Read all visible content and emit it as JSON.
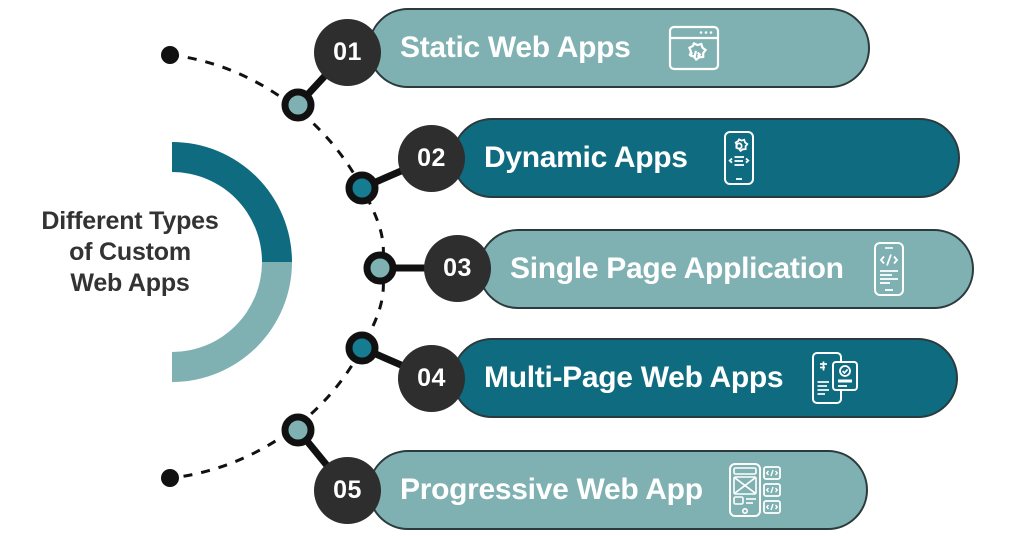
{
  "title": {
    "lines": [
      "Different Types",
      "of Custom",
      "Web Apps"
    ],
    "full": "Different Types of Custom Web Apps"
  },
  "colors": {
    "light_teal": "#7FB0B2",
    "dark_teal": "#0F6B80",
    "circle_dark": "#2E2E2E",
    "outline": "#2b3a3c",
    "text_dark": "#333333",
    "text_light": "#ffffff",
    "background": "#ffffff"
  },
  "donut": {
    "segments": [
      {
        "name": "upper-segment",
        "color": "#0F6B80"
      },
      {
        "name": "lower-segment",
        "color": "#7FB0B2"
      }
    ]
  },
  "items": [
    {
      "number": "01",
      "label": "Static Web Apps",
      "style": "light",
      "icon": "browser-code-gear-icon",
      "node_color": "#7FB0B2"
    },
    {
      "number": "02",
      "label": "Dynamic Apps",
      "style": "dark",
      "icon": "phone-gear-code-icon",
      "node_color": "#157C92"
    },
    {
      "number": "03",
      "label": "Single Page Application",
      "style": "light",
      "icon": "phone-code-brackets-icon",
      "node_color": "#7FB0B2"
    },
    {
      "number": "04",
      "label": "Multi-Page Web Apps",
      "style": "dark",
      "icon": "multi-document-check-icon",
      "node_color": "#157C92"
    },
    {
      "number": "05",
      "label": "Progressive Web App",
      "style": "light",
      "icon": "phone-modules-code-icon",
      "node_color": "#7FB0B2"
    }
  ],
  "connector": {
    "name": "dashed-connector-curve",
    "endpoint_dots": 2,
    "dot_color": "#111111"
  }
}
